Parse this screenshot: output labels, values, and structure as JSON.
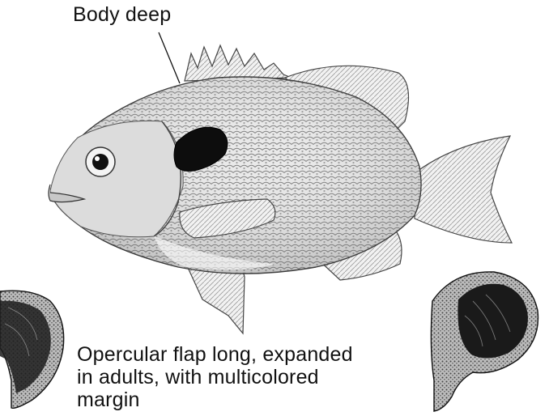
{
  "labels": {
    "body": "Body deep",
    "flap_lines": [
      "Opercular flap long, expanded",
      "in adults, with multicolored",
      "margin"
    ]
  },
  "colors": {
    "ink": "#111111",
    "shade": "#8a8a8a",
    "light": "#d6d6d6",
    "background": "#ffffff"
  }
}
